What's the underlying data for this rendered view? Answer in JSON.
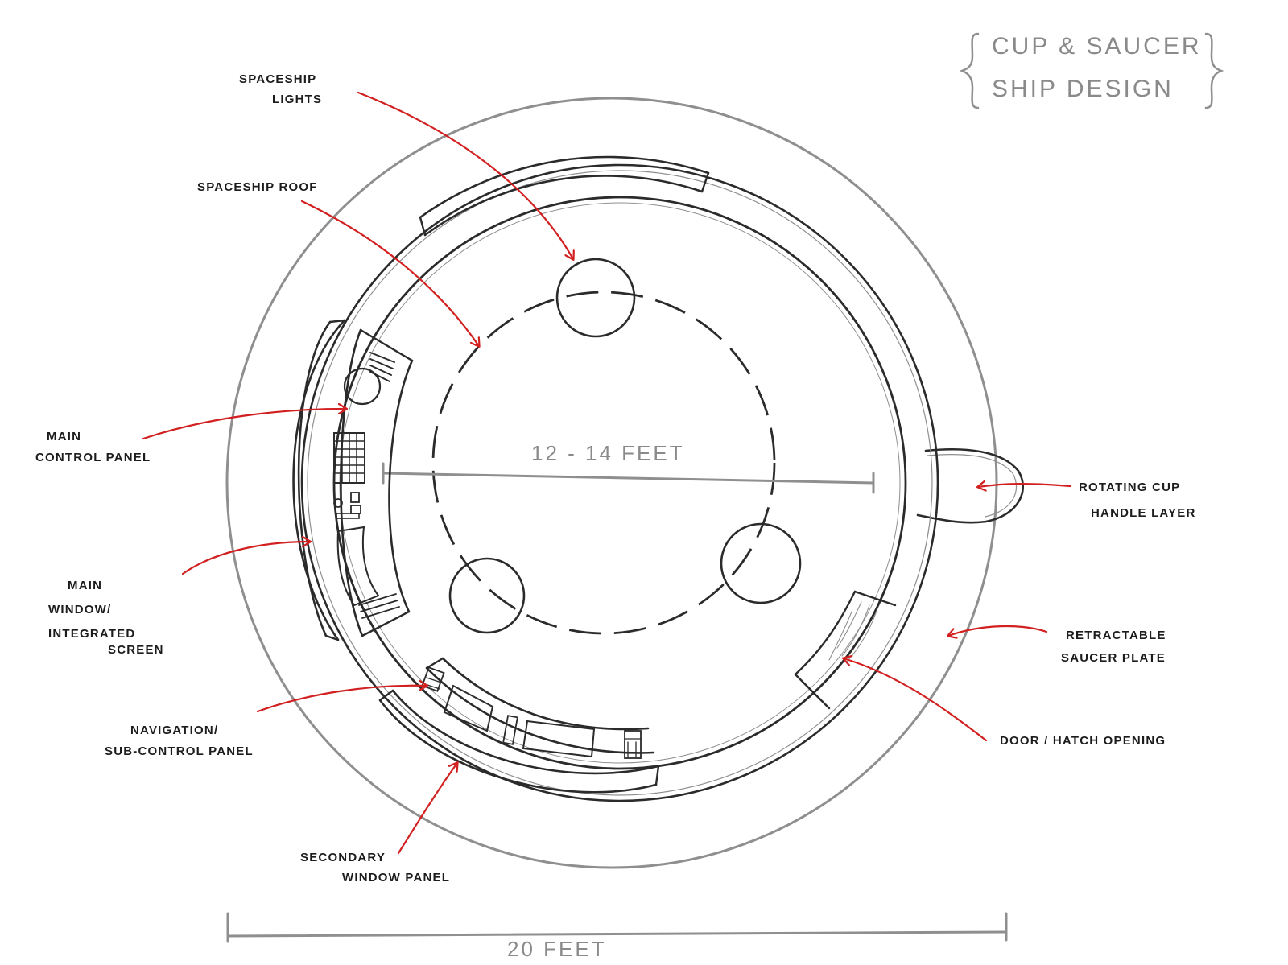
{
  "title": {
    "line1": "CUP & SAUCER",
    "line2": "SHIP DESIGN"
  },
  "dimensions": {
    "inner": "12 - 14 FEET",
    "outer": "20 FEET"
  },
  "labels": {
    "spaceship_lights": [
      "SPACESHIP",
      "LIGHTS"
    ],
    "spaceship_roof": [
      "SPACESHIP ROOF"
    ],
    "main_control_panel": [
      "MAIN",
      "CONTROL PANEL"
    ],
    "main_window": [
      "MAIN",
      "WINDOW/",
      "INTEGRATED",
      "SCREEN"
    ],
    "navigation_panel": [
      "NAVIGATION/",
      "SUB-CONTROL PANEL"
    ],
    "secondary_window": [
      "SECONDARY",
      "WINDOW PANEL"
    ],
    "rotating_cup": [
      "ROTATING CUP",
      "HANDLE LAYER"
    ],
    "retractable_saucer": [
      "RETRACTABLE",
      "SAUCER PLATE"
    ],
    "door_hatch": [
      "DOOR / HATCH OPENING"
    ]
  },
  "colors": {
    "ink": "#2b2b2b",
    "pencil": "#8f8f8f",
    "annotation": "#d21f1f"
  }
}
